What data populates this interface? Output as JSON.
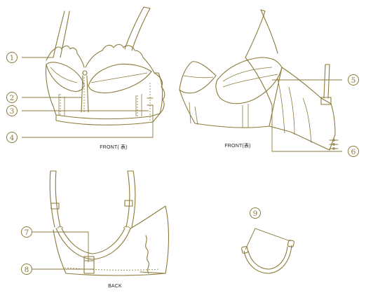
{
  "captions": {
    "front_left": "FRONT( 表)",
    "front_right": "FRONT(表)",
    "back": "BACK"
  },
  "callouts": [
    "1",
    "2",
    "3",
    "4",
    "5",
    "6",
    "7",
    "8",
    "9"
  ],
  "colors": {
    "line": "#8a7a3a",
    "text": "#222222",
    "background": "#ffffff"
  }
}
